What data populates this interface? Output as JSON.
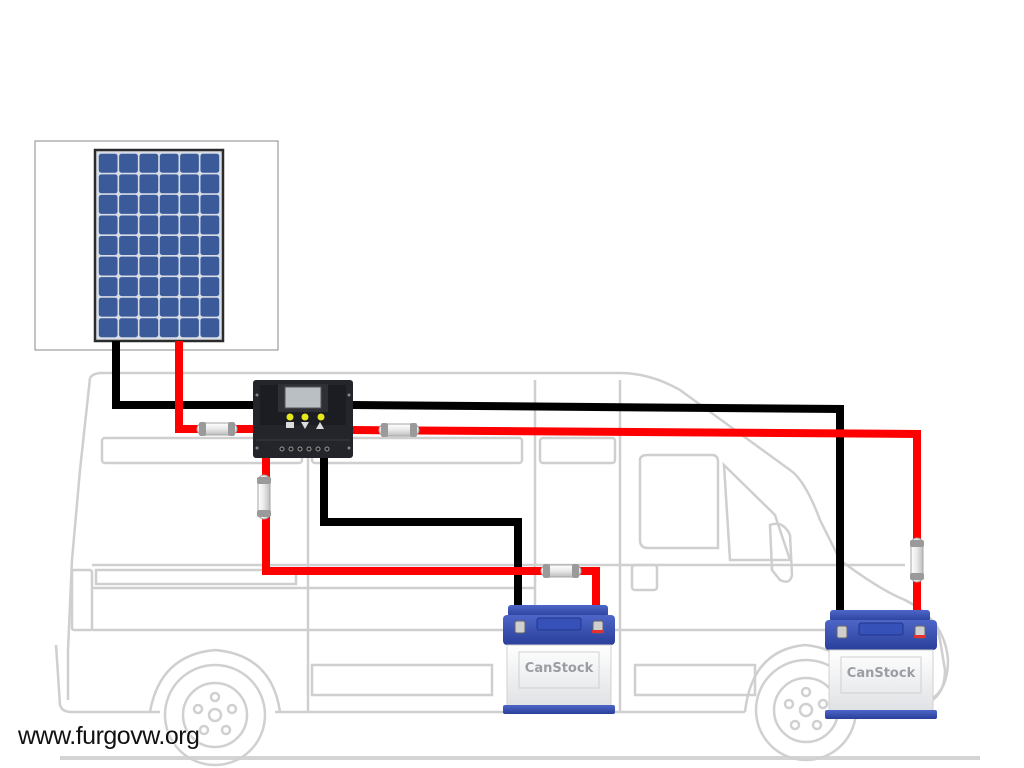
{
  "diagram": {
    "title": "Solar panel wiring diagram for camper van",
    "components": {
      "solar_panel": {
        "label": "Solar panel",
        "cell_rows": 9,
        "cell_cols": 6,
        "color": "#3a5a9a"
      },
      "charge_controller": {
        "label": "Solar charge controller",
        "led_color": "#e6e81c",
        "indicator_icons": [
          "solar-panel",
          "load-arrow",
          "battery"
        ]
      },
      "battery_1": {
        "label": "Battery 1",
        "brand_text": "CanStock"
      },
      "battery_2": {
        "label": "Battery 2",
        "brand_text": "CanStock"
      },
      "fuses": [
        "Fuse panel-controller",
        "Fuse controller-battery2",
        "Fuse controller-battery1 vertical",
        "Fuse battery1",
        "Fuse battery2"
      ]
    },
    "wires": {
      "positive_color": "#ff0000",
      "negative_color": "#000000"
    },
    "watermark": "www.furgovw.org"
  }
}
